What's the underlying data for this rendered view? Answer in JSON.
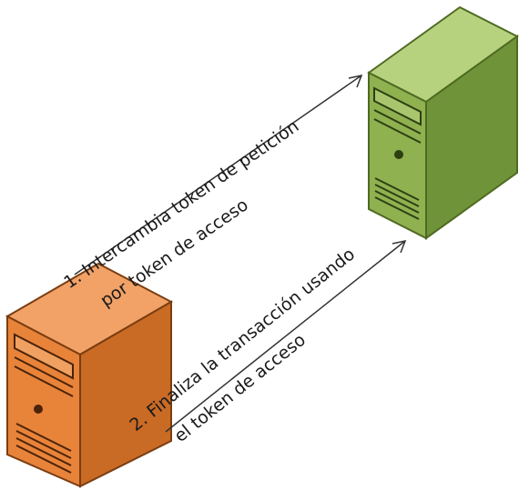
{
  "colors": {
    "origin_server_front": "#e8833a",
    "origin_server_side": "#c96a25",
    "origin_server_top": "#f2a267",
    "target_server_front": "#8fb14f",
    "target_server_side": "#6f9338",
    "target_server_top": "#b7d27f",
    "arrow": "#333333"
  },
  "icons": {
    "origin_server": "server-tower-icon",
    "target_server": "server-tower-icon"
  },
  "steps": [
    {
      "line1": "1. Intercambia token de petición",
      "line2": "por token de acceso"
    },
    {
      "line1": "2. Finaliza la transacción usando",
      "line2": "el token de acceso"
    }
  ]
}
